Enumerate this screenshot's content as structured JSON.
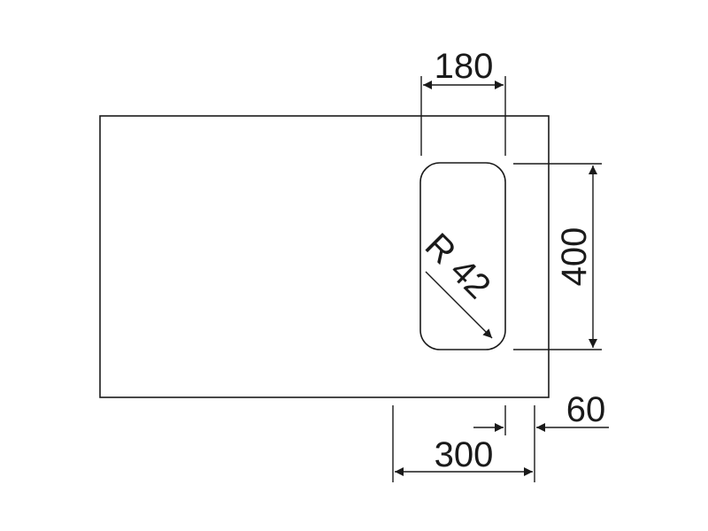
{
  "diagram": {
    "dimensions": {
      "bowl_width": "180",
      "bowl_length": "400",
      "corner_radius": "R 42",
      "offset_to_bowl": "300",
      "edge_margin": "60"
    },
    "colors": {
      "line": "#1a1a1a",
      "background": "#ffffff"
    }
  }
}
